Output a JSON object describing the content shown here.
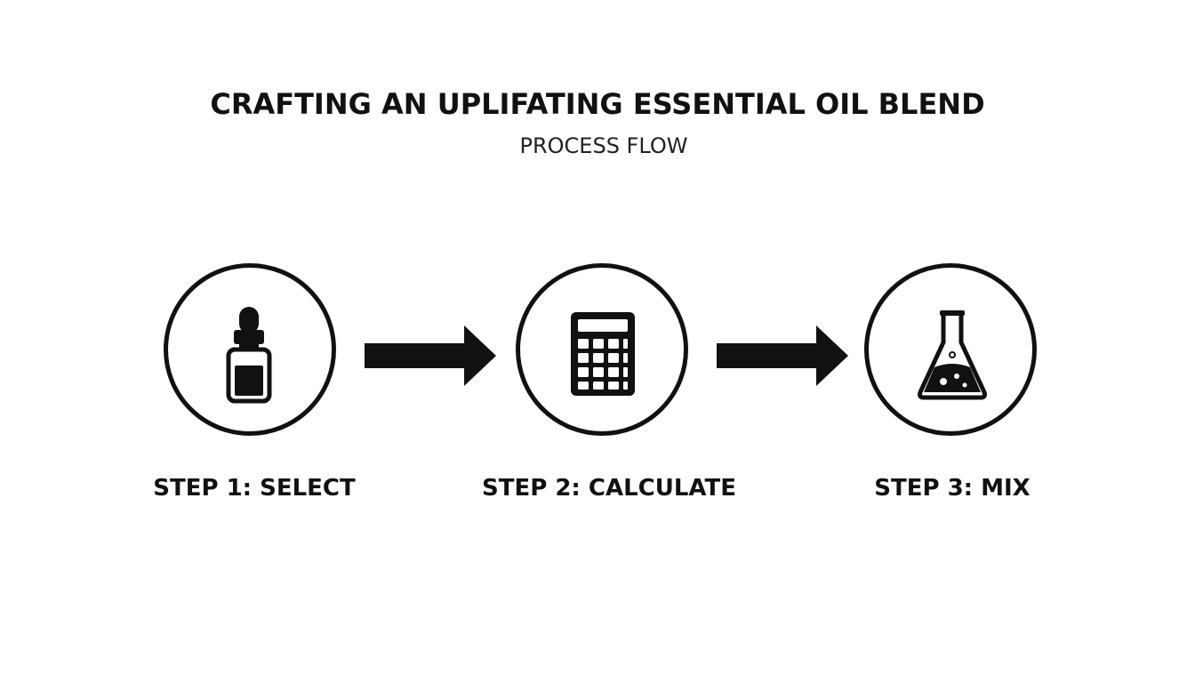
{
  "diagram": {
    "title": "CRAFTING AN UPLIFATING ESSENTIAL OIL BLEND",
    "subtitle": "PROCESS FLOW",
    "steps": [
      {
        "label": "STEP 1: SELECT",
        "icon": "dropper-bottle-icon"
      },
      {
        "label": "STEP 2: CALCULATE",
        "icon": "calculator-icon"
      },
      {
        "label": "STEP 3: MIX",
        "icon": "flask-icon"
      }
    ],
    "connectors": [
      "arrow-right-icon",
      "arrow-right-icon"
    ],
    "colors": {
      "ink": "#111111",
      "background": "#ffffff"
    }
  }
}
